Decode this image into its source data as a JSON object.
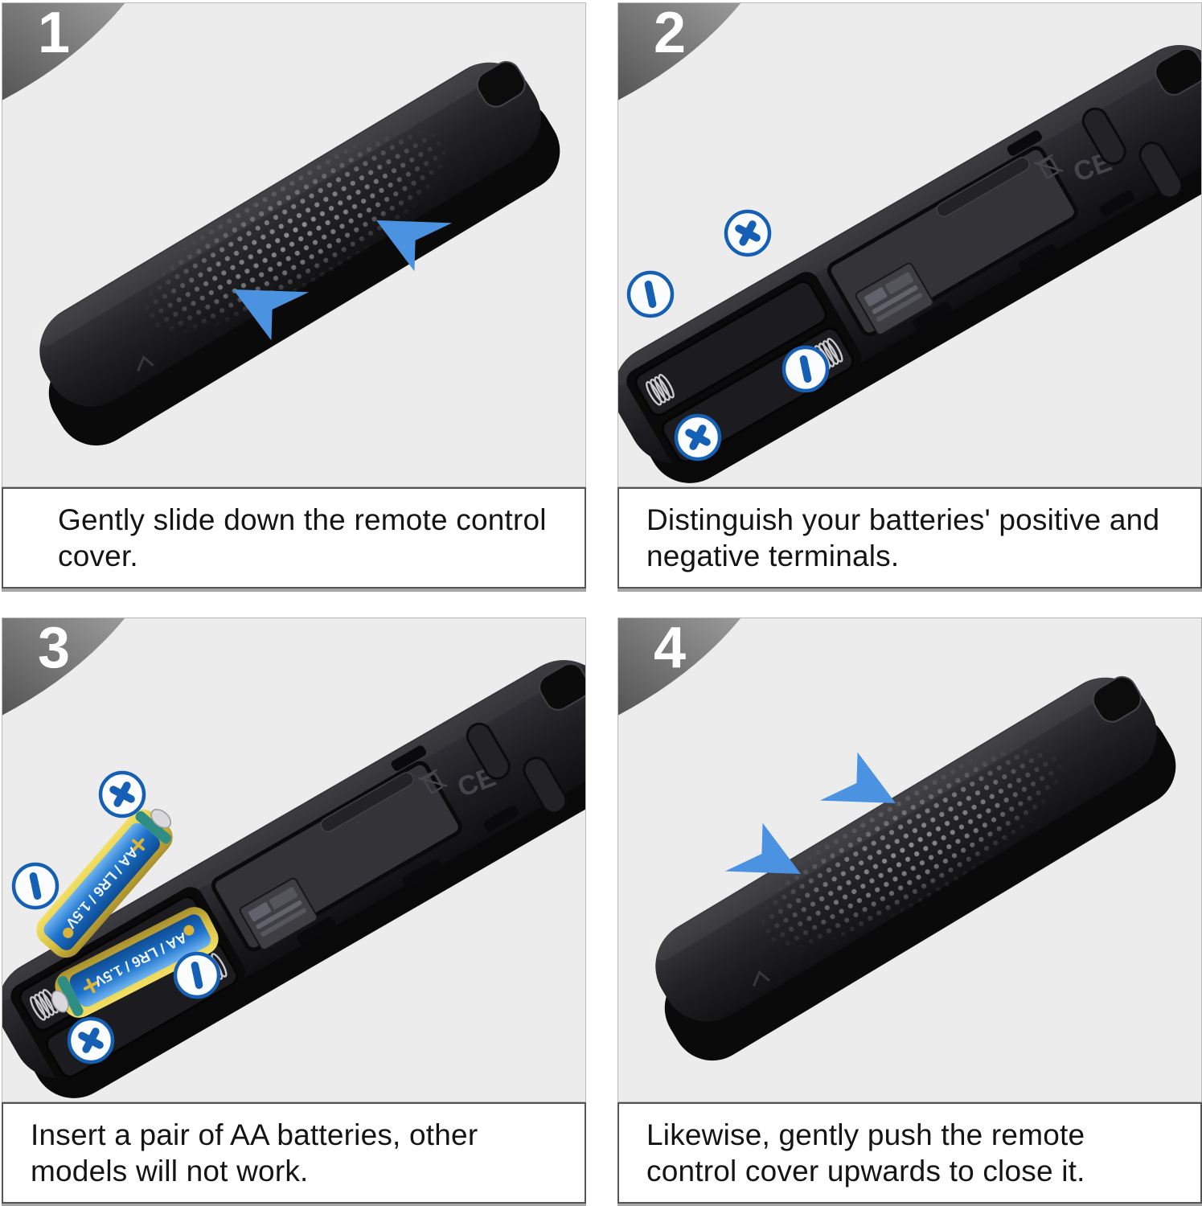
{
  "colors": {
    "page_background": "#ffffff",
    "panel_background": "#ececec",
    "caption_background": "#ffffff",
    "caption_text": "#141414",
    "badge_gradient_light": "#979797",
    "badge_gradient_dark": "#555555",
    "badge_number_color": "#ffffff",
    "arrow_blue": "#4b92e0",
    "polarity_blue": "#1560b5",
    "battery_blue": "#1d72cc",
    "battery_yellow": "#e6d252",
    "remote_body_black": "#1b1b1e"
  },
  "markings": {
    "ce": "CE"
  },
  "panels": [
    {
      "step_number": "1",
      "caption": "Gently slide down the remote control cover.",
      "illustration": "remote-back-cover-slide-down",
      "arrows": {
        "count": 2,
        "direction": "down-left"
      }
    },
    {
      "step_number": "2",
      "caption": "Distinguish your batteries' positive and negative terminals.",
      "illustration": "open-battery-compartment-empty",
      "polarity_markers": [
        "+",
        "−",
        "−",
        "+"
      ]
    },
    {
      "step_number": "3",
      "caption": "Insert a pair of AA batteries, other models will not work.",
      "illustration": "open-battery-compartment-with-aa-batteries",
      "battery_label": "AA / LR6 / 1.5V",
      "polarity_markers": [
        "+",
        "−",
        "−",
        "+"
      ]
    },
    {
      "step_number": "4",
      "caption": "Likewise, gently push the remote control cover upwards to close it.",
      "illustration": "remote-back-cover-slide-up",
      "arrows": {
        "count": 2,
        "direction": "up-right"
      }
    }
  ]
}
